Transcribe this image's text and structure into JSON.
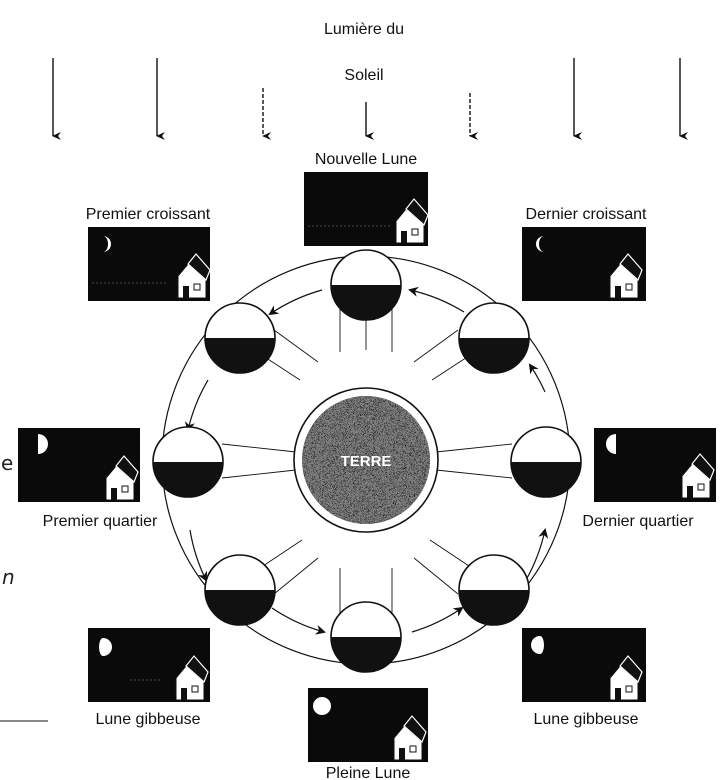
{
  "header": {
    "line1": "Lumière du",
    "line2": "Soleil"
  },
  "earth": {
    "label": "TERRE"
  },
  "phases": [
    {
      "id": "nouvelle-lune",
      "label": "Nouvelle Lune"
    },
    {
      "id": "premier-croissant",
      "label": "Premier croissant"
    },
    {
      "id": "dernier-croissant",
      "label": "Dernier croissant"
    },
    {
      "id": "premier-quartier",
      "label": "Premier quartier"
    },
    {
      "id": "dernier-quartier",
      "label": "Dernier quartier"
    },
    {
      "id": "lune-gibbeuse-left",
      "label": "Lune gibbeuse"
    },
    {
      "id": "lune-gibbeuse-right",
      "label": "Lune gibbeuse"
    },
    {
      "id": "pleine-lune",
      "label": "Pleine Lune"
    }
  ],
  "edge_fragments": {
    "left_e": "e",
    "left_n": "n"
  },
  "colors": {
    "ink": "#111111",
    "paper": "#ffffff"
  }
}
